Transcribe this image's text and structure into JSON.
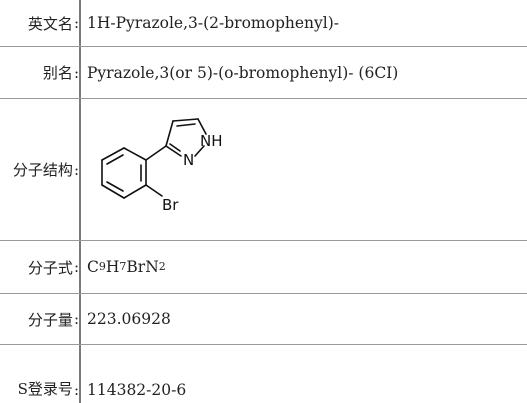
{
  "rows": {
    "english_name": {
      "label": "英文名",
      "value": "1H-Pyrazole,3-(2-bromophenyl)-"
    },
    "alias": {
      "label": "别名",
      "value": "Pyrazole,3(or 5)-(o-bromophenyl)- (6CI)"
    },
    "structure": {
      "label": "分子结构",
      "atoms": {
        "nh": "NH",
        "n": "N",
        "br": "Br"
      }
    },
    "formula": {
      "label": "分子式",
      "parts": [
        {
          "text": "C",
          "sub": "9"
        },
        {
          "text": "H",
          "sub": "7"
        },
        {
          "text": "BrN",
          "sub": "2"
        }
      ]
    },
    "weight": {
      "label": "分子量",
      "value": "223.06928"
    },
    "cas": {
      "label": "S登录号",
      "value": "114382-20-6"
    }
  },
  "colon": ":"
}
